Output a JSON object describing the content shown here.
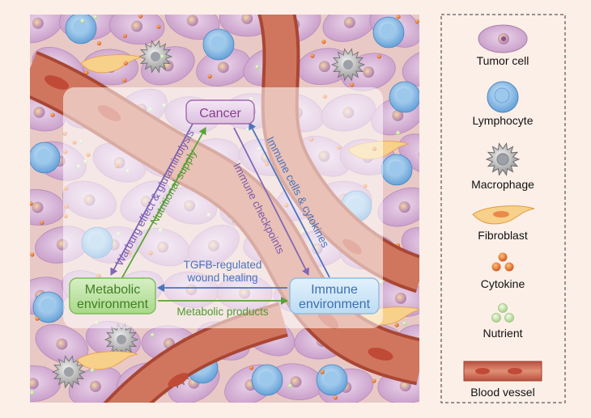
{
  "diagram": {
    "nodes": {
      "cancer": "Cancer",
      "metabolic_line1": "Metabolic",
      "metabolic_line2": "environment",
      "immune_line1": "Immune",
      "immune_line2": "environment"
    },
    "edge_labels": {
      "warburg": "Warburg effect & glutaminolysis",
      "nutritional": "Nutritional supply",
      "checkpoints": "Immune checkpoints",
      "immune_cells": "Immune cells & cytokines",
      "tgfb_line1": "TGFB-regulated",
      "tgfb_line2": "wound healing",
      "metabolic_products": "Metabolic products"
    },
    "colors": {
      "cancer": "#8a3d92",
      "metabolic": "#4f9a2f",
      "immune": "#3c6fb4",
      "purple_arrow": "#8068b5",
      "green_arrow": "#59a33a",
      "blue_arrow": "#4a74bd",
      "vessel": "#c96b55"
    }
  },
  "legend": {
    "items": [
      {
        "label": "Tumor cell",
        "icon": "tumor-cell-icon"
      },
      {
        "label": "Lymphocyte",
        "icon": "lymphocyte-icon"
      },
      {
        "label": "Macrophage",
        "icon": "macrophage-icon"
      },
      {
        "label": "Fibroblast",
        "icon": "fibroblast-icon"
      },
      {
        "label": "Cytokine",
        "icon": "cytokine-icon"
      },
      {
        "label": "Nutrient",
        "icon": "nutrient-icon"
      },
      {
        "label": "Blood vessel",
        "icon": "blood-vessel-icon"
      }
    ]
  }
}
